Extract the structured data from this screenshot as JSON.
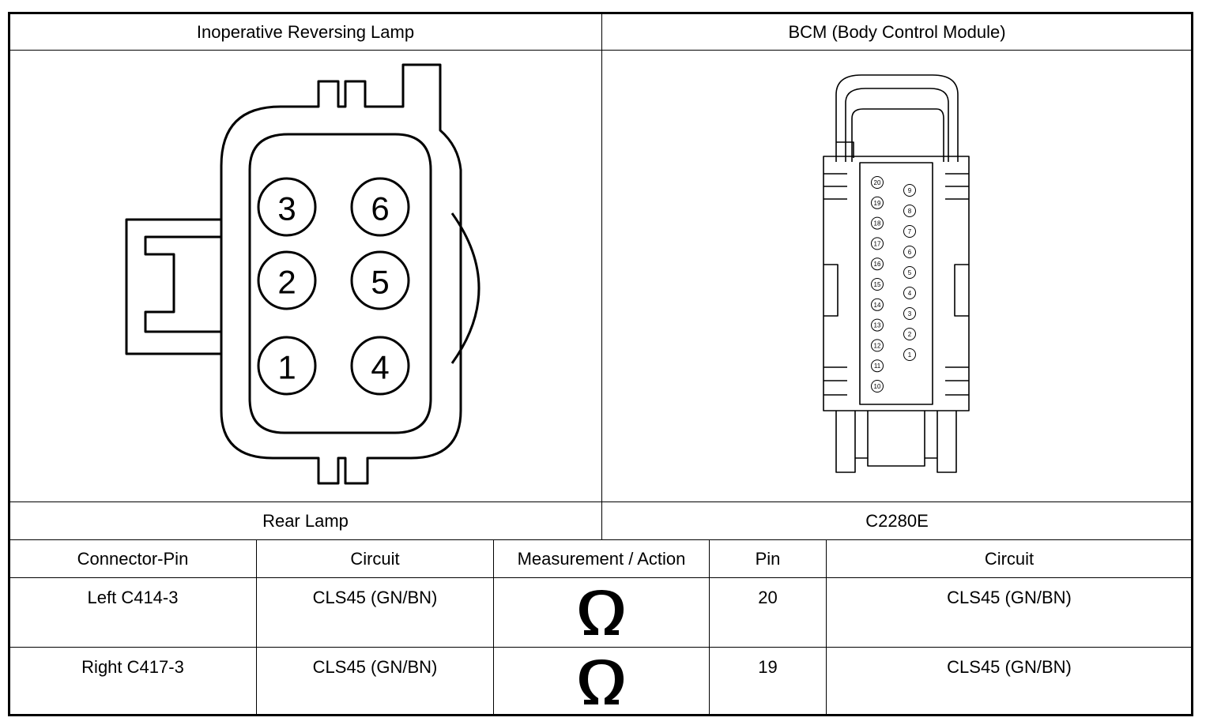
{
  "headers": {
    "left": "Inoperative Reversing Lamp",
    "right": "BCM (Body Control Module)"
  },
  "captions": {
    "left": "Rear Lamp",
    "right": "C2280E"
  },
  "rear_lamp_pins": {
    "p3": "3",
    "p6": "6",
    "p2": "2",
    "p5": "5",
    "p1": "1",
    "p4": "4"
  },
  "bcm_pins": {
    "left": [
      "20",
      "19",
      "18",
      "17",
      "16",
      "15",
      "14",
      "13",
      "12",
      "11",
      "10"
    ],
    "right": [
      "9",
      "8",
      "7",
      "6",
      "5",
      "4",
      "3",
      "2",
      "1"
    ]
  },
  "table": {
    "columns": [
      "Connector-Pin",
      "Circuit",
      "Measurement / Action",
      "Pin",
      "Circuit"
    ],
    "rows": [
      {
        "connector_pin": "Left C414-3",
        "circuit": "CLS45 (GN/BN)",
        "action_icon": "ohm-icon",
        "pin": "20",
        "circuit2": "CLS45 (GN/BN)"
      },
      {
        "connector_pin": "Right C417-3",
        "circuit": "CLS45 (GN/BN)",
        "action_icon": "ohm-icon",
        "pin": "19",
        "circuit2": "CLS45 (GN/BN)"
      }
    ]
  },
  "symbols": {
    "ohm": "Ω"
  }
}
